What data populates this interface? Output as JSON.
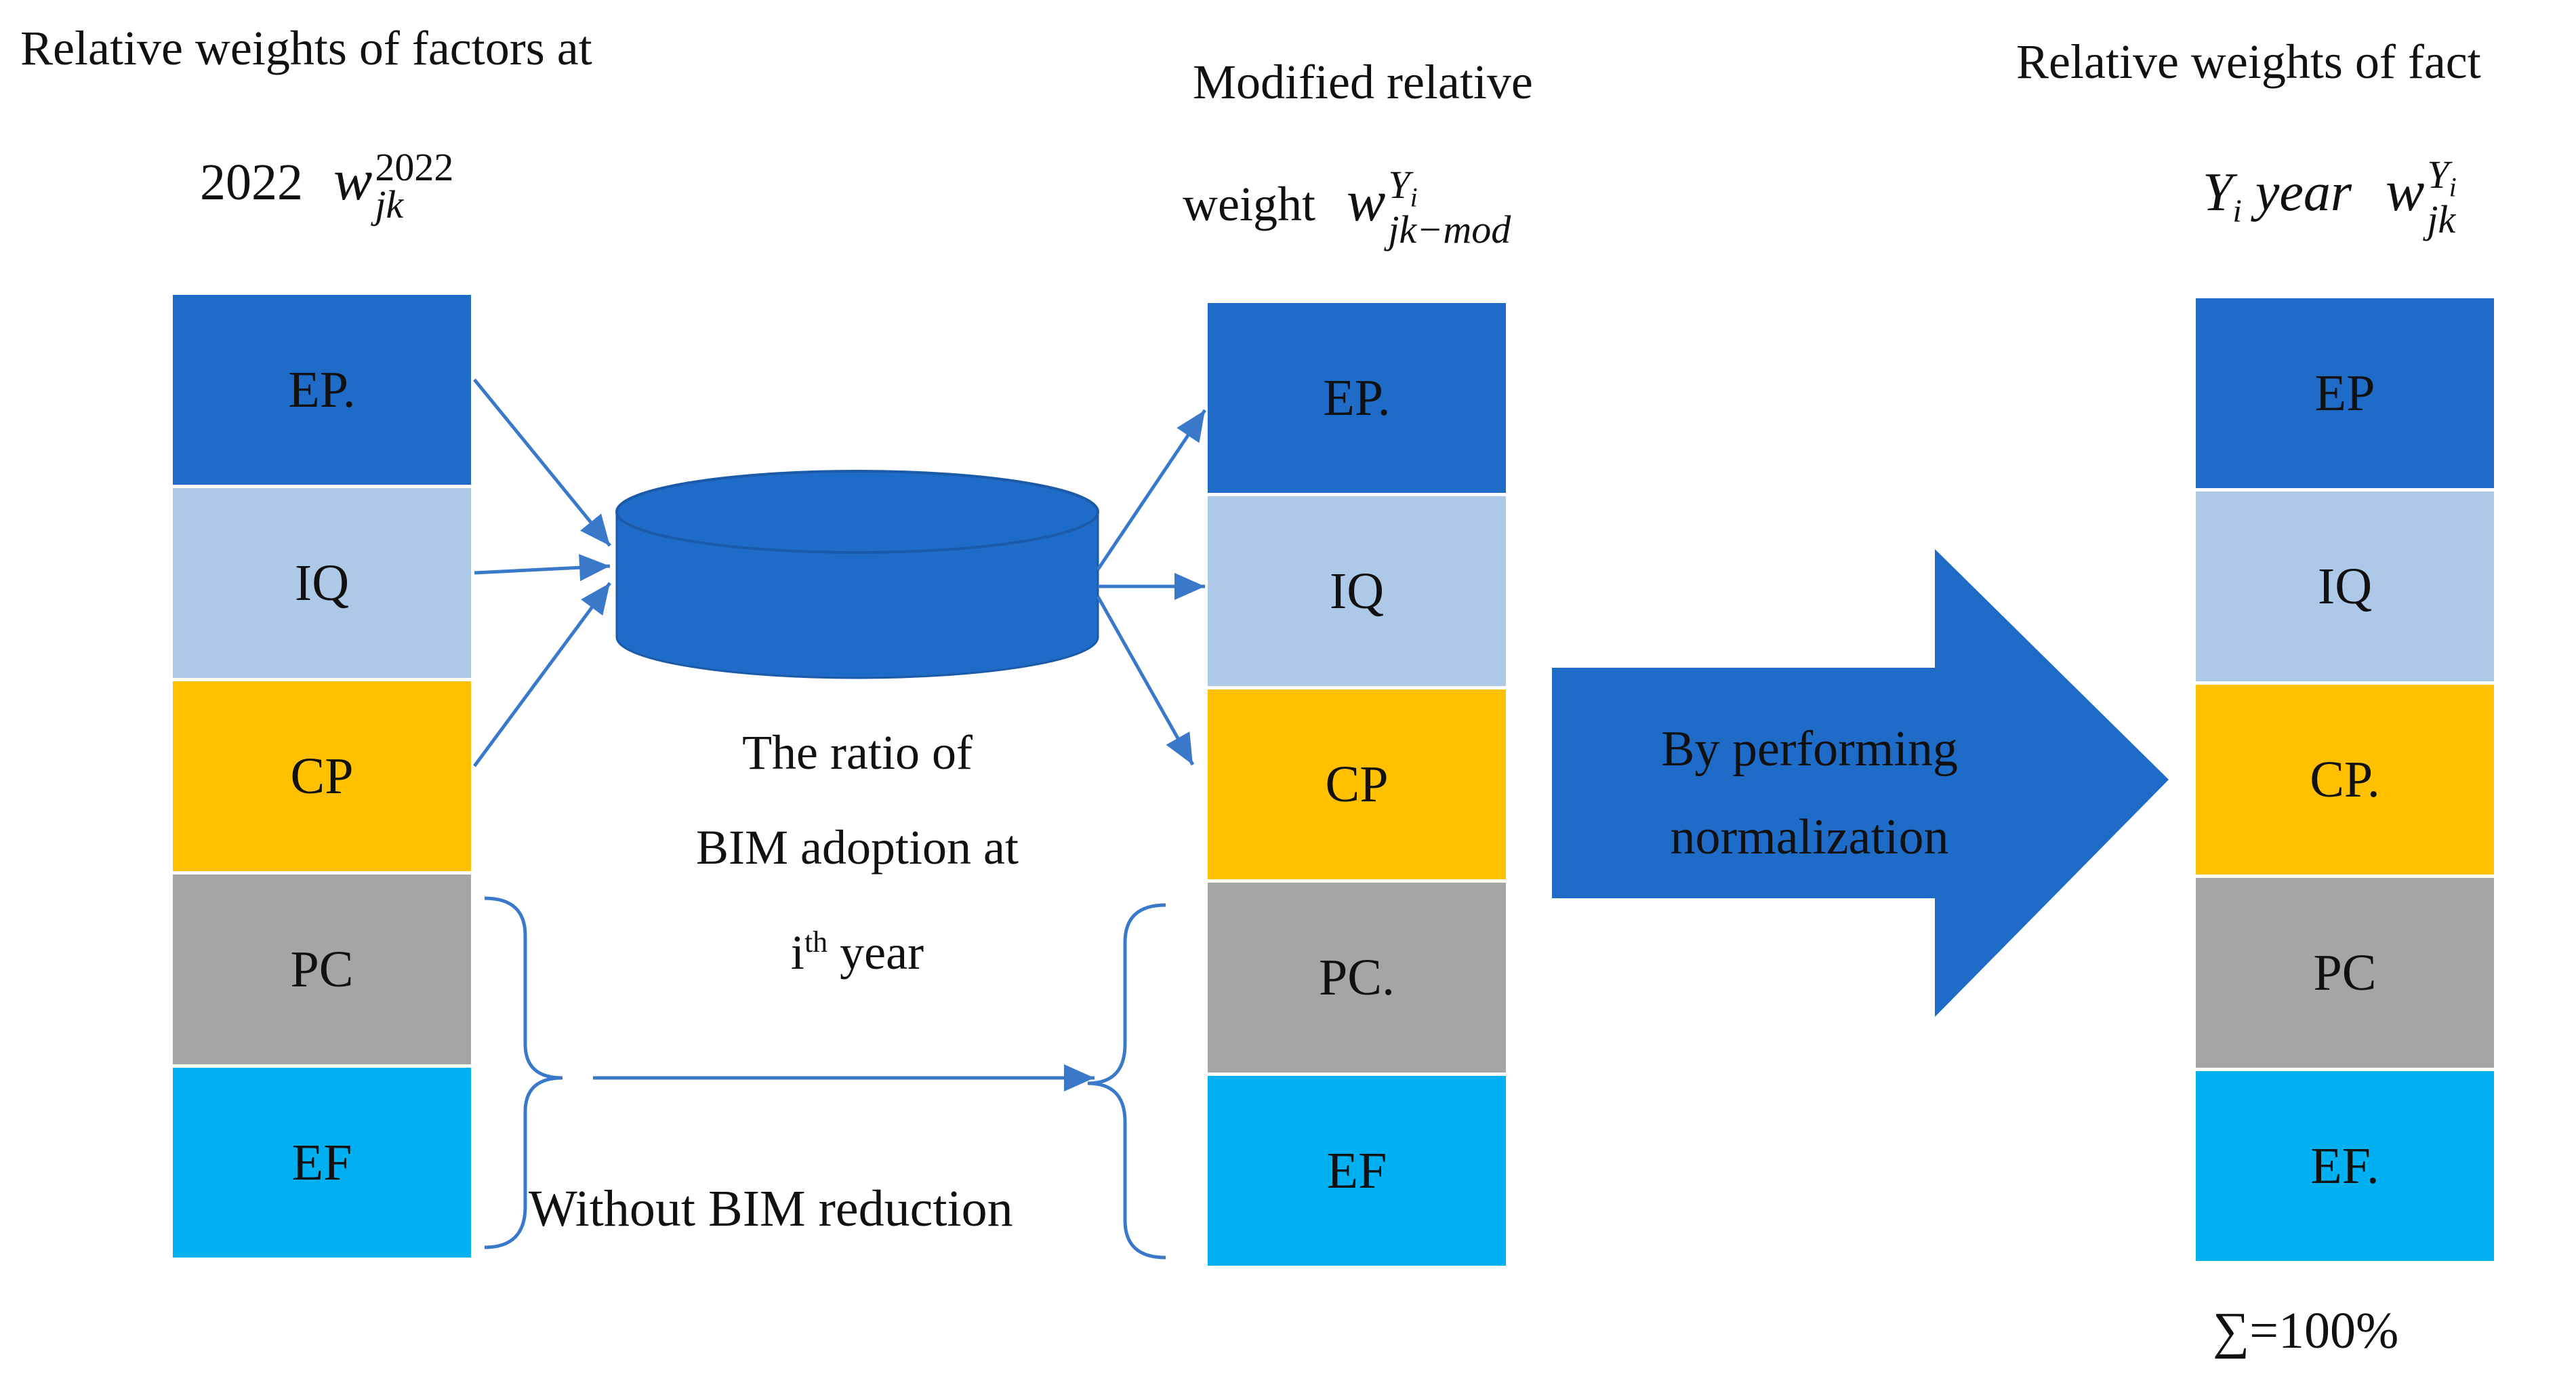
{
  "colors": {
    "EP": "#1F6CC8",
    "IQ": "#AEC8E8",
    "CP": "#FFC000",
    "PC": "#A5A5A5",
    "EF": "#00B0F0",
    "db": "#1F6CC8",
    "arrow": "#3A78C9",
    "big_arrow": "#1F6CC8"
  },
  "left": {
    "title": "Relative weights  of factors at",
    "year": "2022",
    "symbol_w": "w",
    "symbol_sub": "jk",
    "symbol_sup": "2022",
    "blocks": [
      "EP.",
      "IQ",
      "CP",
      "PC",
      "EF"
    ]
  },
  "middle": {
    "title": "Modified relative",
    "weight_label": "weight",
    "symbol_w": "w",
    "symbol_sub": "jk−mod",
    "symbol_sup": "Y",
    "symbol_sup_sub": "i",
    "blocks": [
      "EP.",
      "IQ",
      "CP",
      "PC.",
      "EF"
    ]
  },
  "database": {
    "caption_line1": "The ratio of",
    "caption_line2": "BIM adoption at",
    "caption_i": "i",
    "caption_th": "th",
    "caption_year": " year"
  },
  "bracket": {
    "label": "Without BIM reduction"
  },
  "big_arrow": {
    "line1": "By performing",
    "line2": "normalization"
  },
  "right": {
    "title": "Relative weights  of fact",
    "year_Y": "Y",
    "year_i": "i",
    "year_word": " year",
    "symbol_w": "w",
    "symbol_sub": "jk",
    "symbol_sup": "Y",
    "symbol_sup_sub": "i",
    "blocks": [
      "EP",
      "IQ",
      "CP.",
      "PC",
      "EF."
    ],
    "sum_label": "∑=100%"
  }
}
